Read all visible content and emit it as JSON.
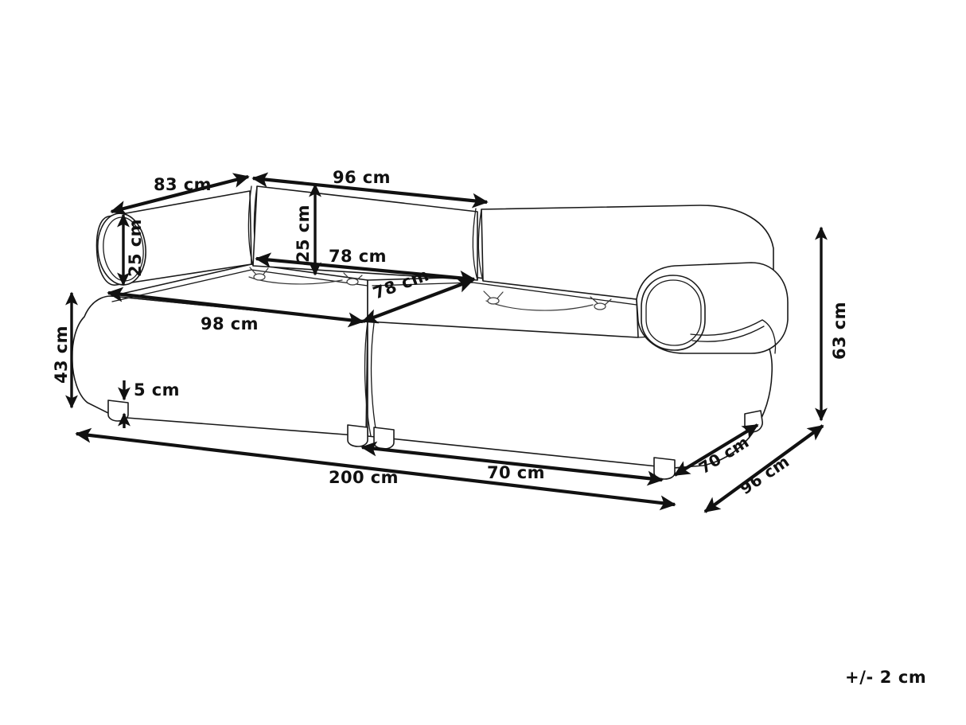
{
  "drawing": {
    "title": "Sofa dimension drawing",
    "subject": "3-seater modular sofa, isometric technical line drawing",
    "units": "cm",
    "background_color": "#ffffff",
    "line_color": "#1a1a1a",
    "dimension_color": "#111111"
  },
  "tolerance": {
    "label": "+/- 2 cm"
  },
  "dimensions": {
    "backrest_left_length": "83 cm",
    "backrest_bolster_height": "25 cm",
    "backrest_right_length": "96 cm",
    "backrest_height_above_seat": "25 cm",
    "seat_depth_back": "78 cm",
    "seat_depth_right": "78 cm",
    "seat_width_left_module": "98 cm",
    "seat_height": "43 cm",
    "leg_height": "5 cm",
    "total_width": "200 cm",
    "right_module_width": "70 cm",
    "total_height": "63 cm",
    "base_depth_diagonal": "70 cm",
    "total_depth": "96 cm"
  },
  "labels": [
    {
      "id": "d-83",
      "text": "83 cm",
      "measures": "left backrest bolster length"
    },
    {
      "id": "d-25-bolster",
      "text": "25 cm",
      "measures": "backrest bolster diameter"
    },
    {
      "id": "d-96-top",
      "text": "96 cm",
      "measures": "right backrest length"
    },
    {
      "id": "d-25-back",
      "text": "25 cm",
      "measures": "backrest height above seat"
    },
    {
      "id": "d-78-back",
      "text": "78 cm",
      "measures": "seat depth at backrest"
    },
    {
      "id": "d-78-right",
      "text": "78 cm",
      "measures": "seat depth right module"
    },
    {
      "id": "d-98",
      "text": "98 cm",
      "measures": "left seat module width"
    },
    {
      "id": "d-43",
      "text": "43 cm",
      "measures": "seat height from floor"
    },
    {
      "id": "d-5",
      "text": "5 cm",
      "measures": "leg height"
    },
    {
      "id": "d-200",
      "text": "200 cm",
      "measures": "overall sofa width"
    },
    {
      "id": "d-70-bottom",
      "text": "70 cm",
      "measures": "right module width at base"
    },
    {
      "id": "d-63",
      "text": "63 cm",
      "measures": "overall sofa height"
    },
    {
      "id": "d-70-depth",
      "text": "70 cm",
      "measures": "base depth"
    },
    {
      "id": "d-96-depth",
      "text": "96 cm",
      "measures": "overall sofa depth"
    }
  ]
}
